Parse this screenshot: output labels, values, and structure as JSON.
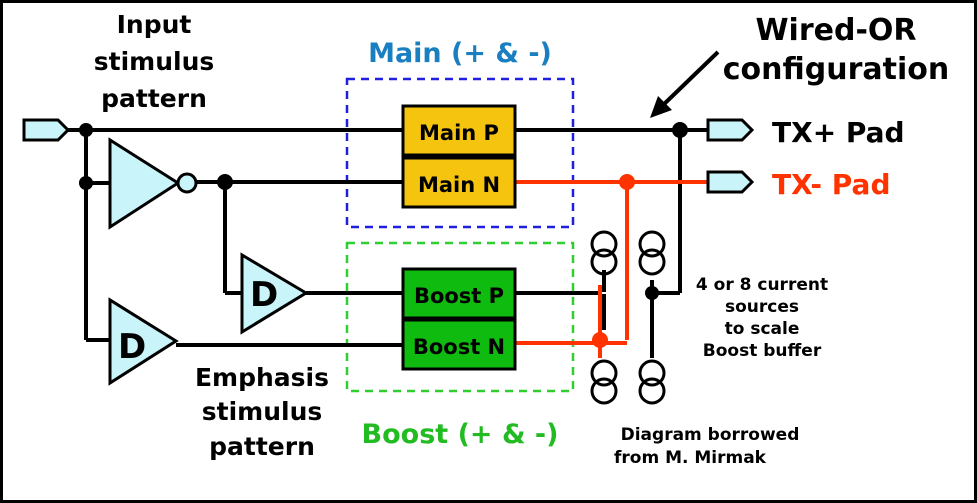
{
  "labels": {
    "input_stimulus": [
      "Input",
      "stimulus",
      "pattern"
    ],
    "main_group": "Main (+ & -)",
    "wired_or": [
      "Wired-OR",
      "configuration"
    ],
    "tx_plus": "TX+ Pad",
    "tx_minus": "TX- Pad",
    "current_sources": [
      "4 or 8 current",
      "sources",
      "to scale",
      "Boost buffer"
    ],
    "emphasis_stimulus": [
      "Emphasis",
      "stimulus",
      "pattern"
    ],
    "boost_group": "Boost (+ & -)",
    "credit": [
      "Diagram borrowed",
      "from M. Mirmak"
    ]
  },
  "blocks": {
    "main_p": "Main P",
    "main_n": "Main N",
    "boost_p": "Boost P",
    "boost_n": "Boost N",
    "delay_1": "D",
    "delay_2": "D"
  },
  "colors": {
    "main_dashed": "#1f1fe0",
    "main_title": "#1a7fc0",
    "boost_dashed": "#2fcf2f",
    "boost_title": "#22bb22",
    "main_fill": "#f5c40f",
    "boost_fill": "#10bb10",
    "buffer_fill": "#c8f4fa",
    "tx_minus": "#ff3300"
  }
}
